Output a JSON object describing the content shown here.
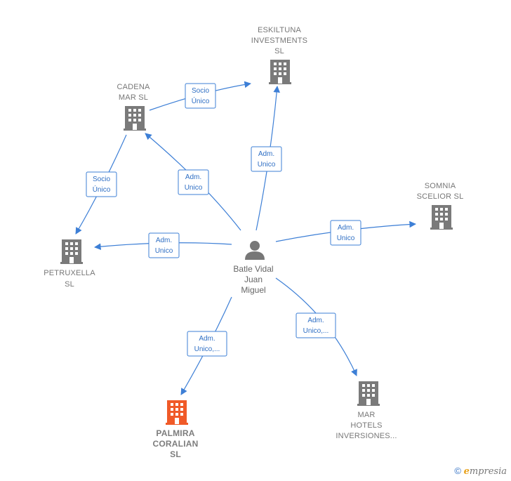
{
  "person": {
    "lines": [
      "Batle Vidal",
      "Juan",
      "Miguel"
    ],
    "icon": "person-icon"
  },
  "companies": {
    "eskiltuna": {
      "lines": [
        "ESKILTUNA",
        "INVESTMENTS",
        "SL"
      ],
      "icon": "building-icon"
    },
    "cadena": {
      "lines": [
        "CADENA",
        "MAR SL"
      ],
      "icon": "building-icon"
    },
    "somnia": {
      "lines": [
        "SOMNIA",
        "SCELIOR  SL"
      ],
      "icon": "building-icon"
    },
    "petruxella": {
      "lines": [
        "PETRUXELLA",
        "SL"
      ],
      "icon": "building-icon"
    },
    "palmira": {
      "lines": [
        "PALMIRA",
        "CORALIAN",
        "SL"
      ],
      "icon": "building-icon",
      "color": "#f05a28"
    },
    "mar": {
      "lines": [
        "MAR",
        "HOTELS",
        "INVERSIONES..."
      ],
      "icon": "building-icon"
    }
  },
  "relations": {
    "cadena_eskiltuna": [
      "Socio",
      "Único"
    ],
    "cadena_petruxella": [
      "Socio",
      "Único"
    ],
    "person_cadena": [
      "Adm.",
      "Unico"
    ],
    "person_eskiltuna": [
      "Adm.",
      "Unico"
    ],
    "person_somnia": [
      "Adm.",
      "Unico"
    ],
    "person_petruxella": [
      "Adm.",
      "Unico"
    ],
    "person_palmira": [
      "Adm.",
      "Unico,..."
    ],
    "person_mar": [
      "Adm.",
      "Unico,..."
    ]
  },
  "colors": {
    "edge": "#3d7fd6",
    "building": "#7a7a7a",
    "highlight": "#f05a28"
  },
  "footer": {
    "copyright": "©",
    "brand_e": "e",
    "brand_rest": "mpresia"
  }
}
